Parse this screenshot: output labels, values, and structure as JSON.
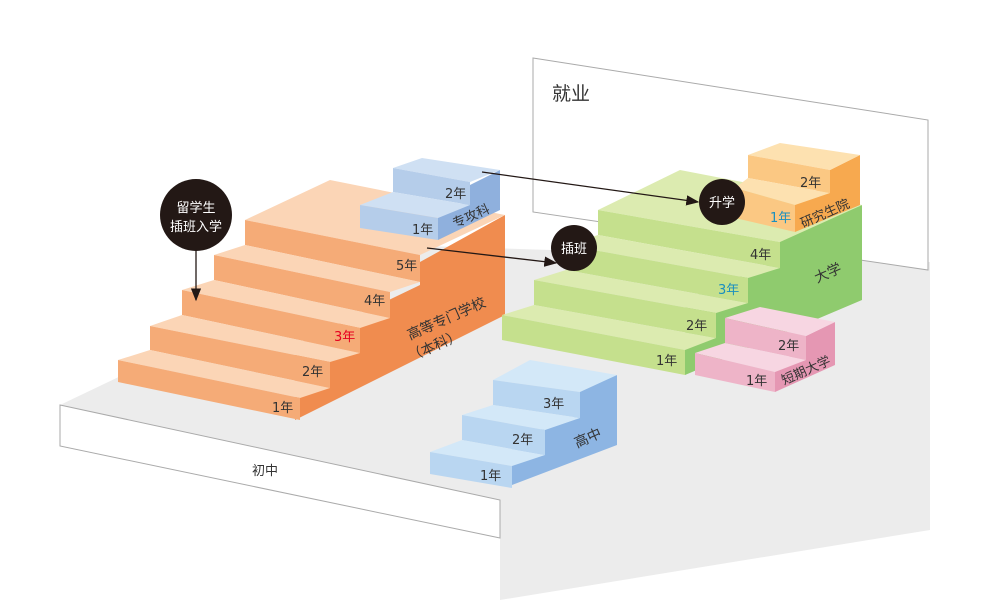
{
  "employment": {
    "label": "就业"
  },
  "junior_high": {
    "label": "初中"
  },
  "kosen": {
    "name_line1": "高等专门学校",
    "name_line2": "（本科）",
    "years": [
      "1年",
      "2年",
      "3年",
      "4年",
      "5年"
    ],
    "highlight_year_index": 2
  },
  "advanced_course": {
    "name": "专攻科",
    "years": [
      "1年",
      "2年"
    ]
  },
  "high_school": {
    "name": "高中",
    "years": [
      "1年",
      "2年",
      "3年"
    ]
  },
  "university": {
    "name": "大学",
    "years": [
      "1年",
      "2年",
      "3年",
      "4年"
    ],
    "highlight_year_index": 2
  },
  "graduate_school": {
    "name": "研究生院",
    "years": [
      "1年",
      "2年"
    ],
    "highlight_year_index": 0
  },
  "junior_college": {
    "name": "短期大学",
    "years": [
      "1年",
      "2年"
    ]
  },
  "badges": {
    "study_abroad_line1": "留学生",
    "study_abroad_line2": "插班入学",
    "transfer": "插班",
    "advance": "升学"
  },
  "colors": {
    "floor": "#ececec",
    "orange_top": "#fbd3b3",
    "orange_front": "#f4a772",
    "orange_side": "#ee8a4c",
    "blue_top": "#cfe0f3",
    "blue_front": "#b5cdea",
    "blue_side": "#8fb0dd",
    "hs_top": "#d3e8f8",
    "hs_front": "#b9d6f1",
    "hs_side": "#8db5e3",
    "green_top": "#dcebb0",
    "green_front": "#c5e08d",
    "green_side": "#8fcb6e",
    "grad_top": "#fde1b0",
    "grad_front": "#fbc883",
    "grad_side": "#f7a94f",
    "pink_top": "#f7d6e2",
    "pink_front": "#eeb4c8",
    "pink_side": "#e597b3",
    "badge": "#231815",
    "highlight_red": "#e6001f",
    "highlight_blue": "#1a8fbf"
  }
}
